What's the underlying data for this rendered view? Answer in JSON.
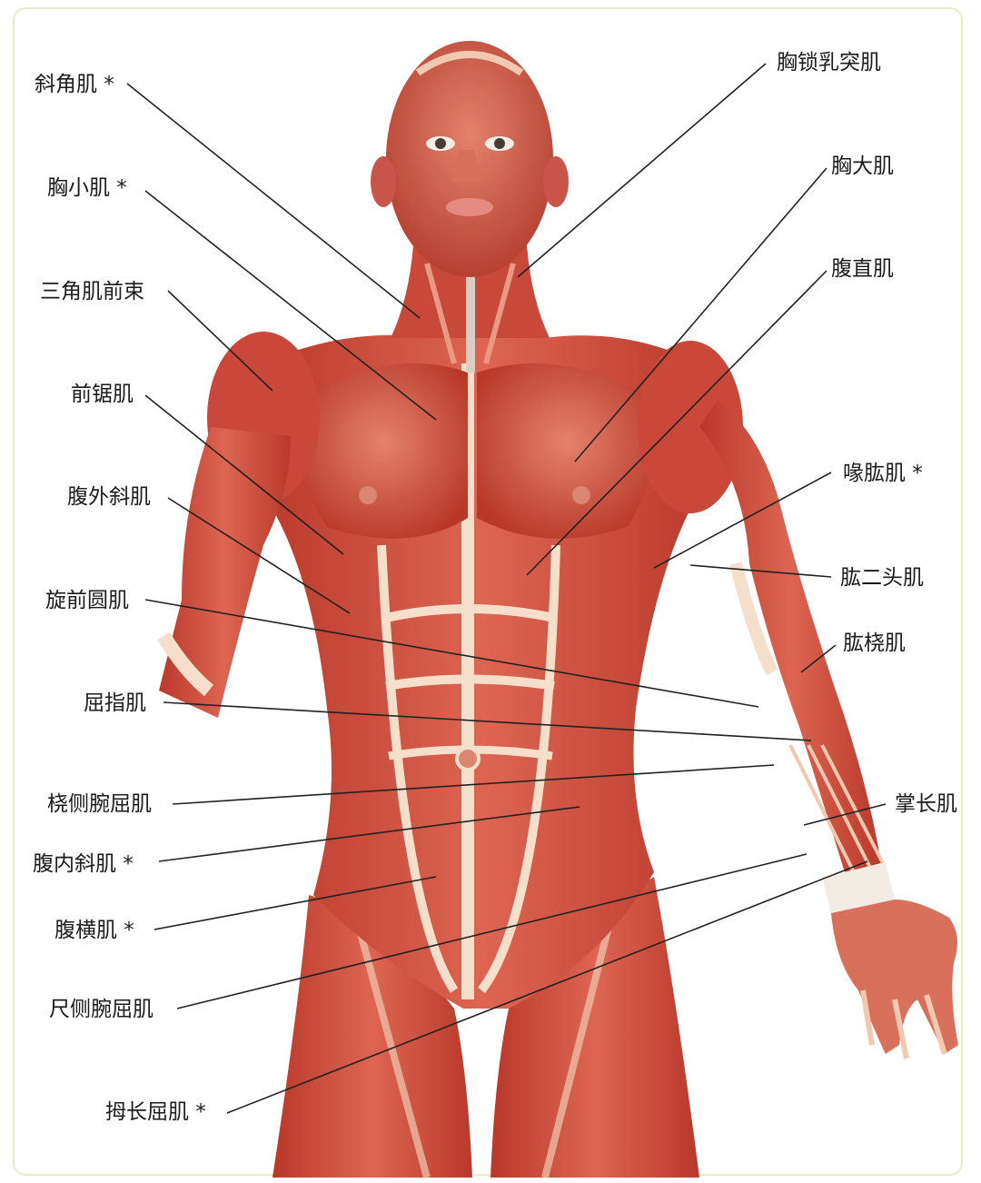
{
  "labels_left": [
    {
      "key": "scalenes",
      "text": "斜角肌 *"
    },
    {
      "key": "pec_minor",
      "text": "胸小肌 *"
    },
    {
      "key": "anterior_deltoid",
      "text": "三角肌前束"
    },
    {
      "key": "serratus_anterior",
      "text": "前锯肌"
    },
    {
      "key": "external_oblique",
      "text": "腹外斜肌"
    },
    {
      "key": "pronator_teres",
      "text": "旋前圆肌"
    },
    {
      "key": "finger_flexors",
      "text": "屈指肌"
    },
    {
      "key": "flexor_carpi_radialis",
      "text": "桡侧腕屈肌"
    },
    {
      "key": "internal_oblique",
      "text": "腹内斜肌 *"
    },
    {
      "key": "transversus_abdominis",
      "text": "腹横肌 *"
    },
    {
      "key": "flexor_carpi_ulnaris",
      "text": "尺侧腕屈肌"
    },
    {
      "key": "flexor_pollicis_longus",
      "text": "拇长屈肌 *"
    }
  ],
  "labels_right": [
    {
      "key": "sternocleidomastoid",
      "text": "胸锁乳突肌"
    },
    {
      "key": "pec_major",
      "text": "胸大肌"
    },
    {
      "key": "rectus_abdominis",
      "text": "腹直肌"
    },
    {
      "key": "coracobrachialis",
      "text": "喙肱肌 *"
    },
    {
      "key": "biceps",
      "text": "肱二头肌"
    },
    {
      "key": "brachioradialis",
      "text": "肱桡肌"
    },
    {
      "key": "palmaris_longus",
      "text": "掌长肌"
    }
  ],
  "colors": {
    "muscle_dark": "#b23a2c",
    "muscle_mid": "#d35646",
    "muscle_light": "#e98a74",
    "tendon": "#f4dcc6",
    "leader_line": "#222222",
    "frame": "#e9ecc4"
  }
}
